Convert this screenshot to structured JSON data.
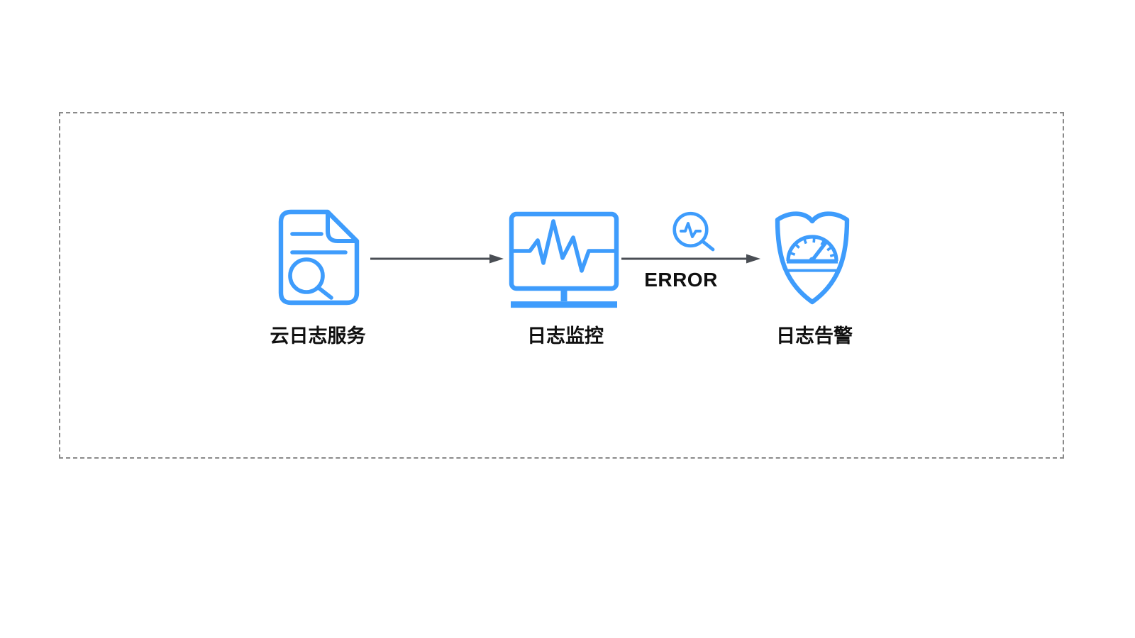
{
  "diagram": {
    "colors": {
      "accent": "#3e9cfc",
      "arrow": "#4a4e54",
      "text": "#101010",
      "border": "#8a8a8a",
      "background": "#ffffff"
    },
    "nodes": [
      {
        "id": "cloud-log-service",
        "label": "云日志服务",
        "icon": "document-search-icon"
      },
      {
        "id": "log-monitoring",
        "label": "日志监控",
        "icon": "monitor-waveform-icon"
      },
      {
        "id": "log-alerting",
        "label": "日志告警",
        "icon": "shield-gauge-icon"
      }
    ],
    "edges": [
      {
        "from": "cloud-log-service",
        "to": "log-monitoring",
        "label": ""
      },
      {
        "from": "log-monitoring",
        "to": "log-alerting",
        "label": "ERROR",
        "icon": "search-pulse-icon"
      }
    ]
  }
}
